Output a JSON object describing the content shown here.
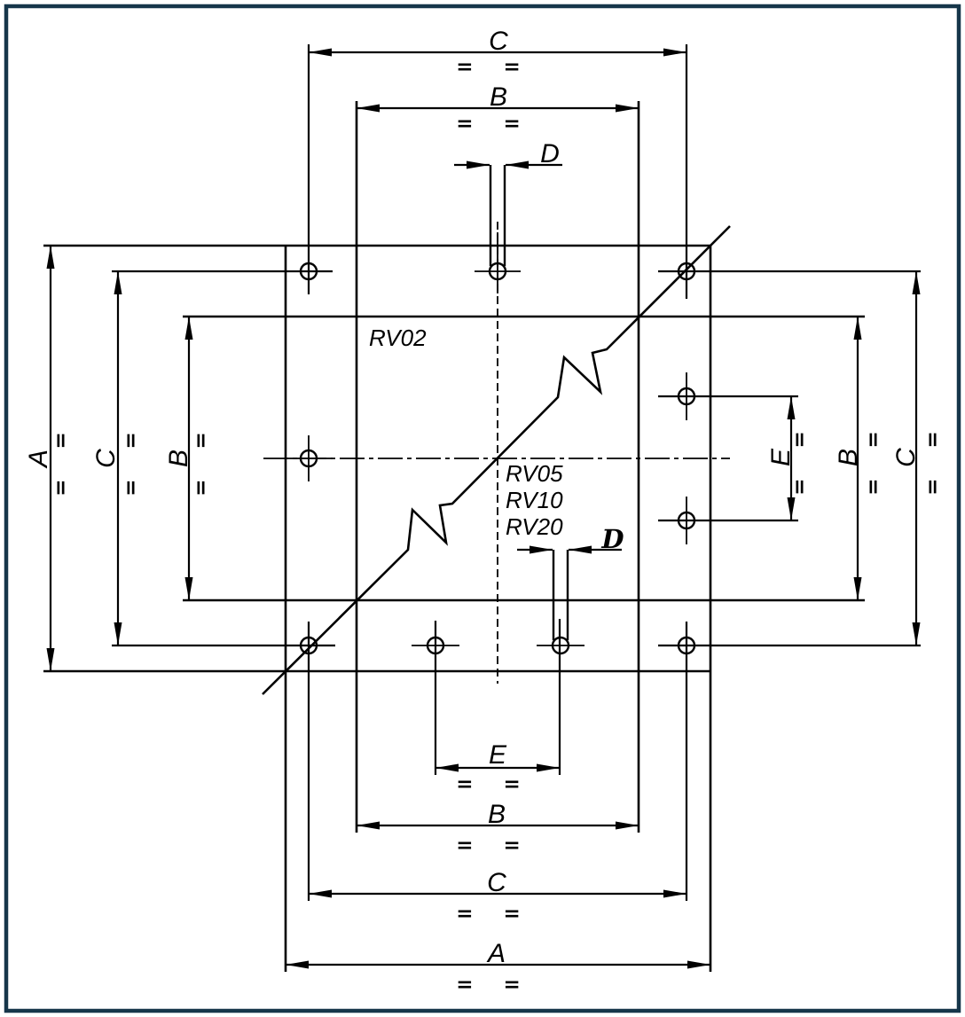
{
  "drawing": {
    "kind": "mounting-flange-dimension-drawing",
    "colors": {
      "background": "#ffffff",
      "line": "#000000",
      "frame": "#16364a"
    },
    "model_labels": {
      "rv02": "RV02",
      "rv05": "RV05",
      "rv10": "RV10",
      "rv20": "RV20"
    },
    "dimension_letters": {
      "a": "A",
      "b": "B",
      "c": "C",
      "d": "D",
      "e": "E"
    },
    "tolerance_mark": "= ="
  }
}
